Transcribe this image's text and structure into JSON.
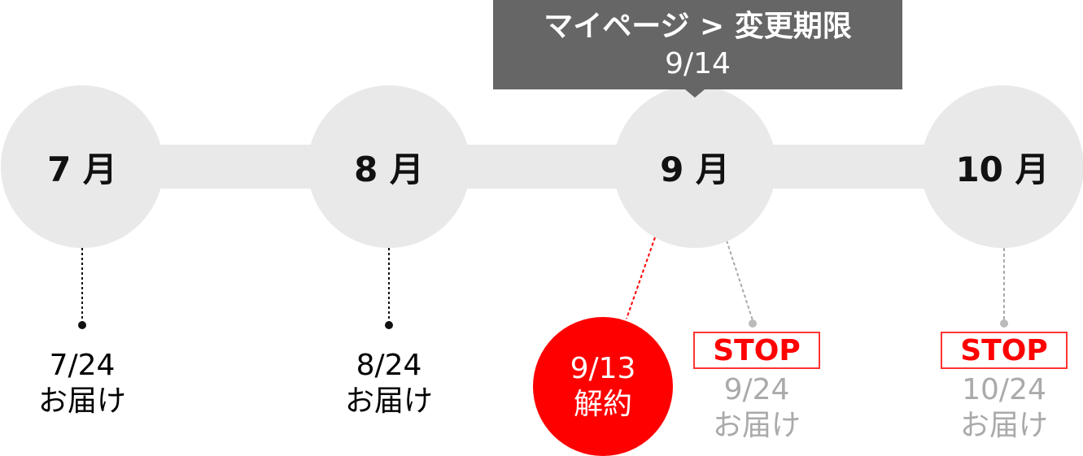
{
  "tooltip": {
    "line1": "マイページ > 変更期限",
    "line2": "9/14"
  },
  "months": [
    "7 月",
    "8 月",
    "9 月",
    "10 月"
  ],
  "deliveries": [
    {
      "date": "7/24",
      "label": "お届け"
    },
    {
      "date": "8/24",
      "label": "お届け"
    },
    {
      "date": "9/24",
      "label": "お届け"
    },
    {
      "date": "10/24",
      "label": "お届け"
    }
  ],
  "cancel": {
    "date": "9/13",
    "label": "解約"
  },
  "stop_label": "STOP",
  "colors": {
    "accent": "#ff0000",
    "circle": "#e9e9e9",
    "tooltip": "#666666",
    "muted": "#bbbbbb"
  }
}
